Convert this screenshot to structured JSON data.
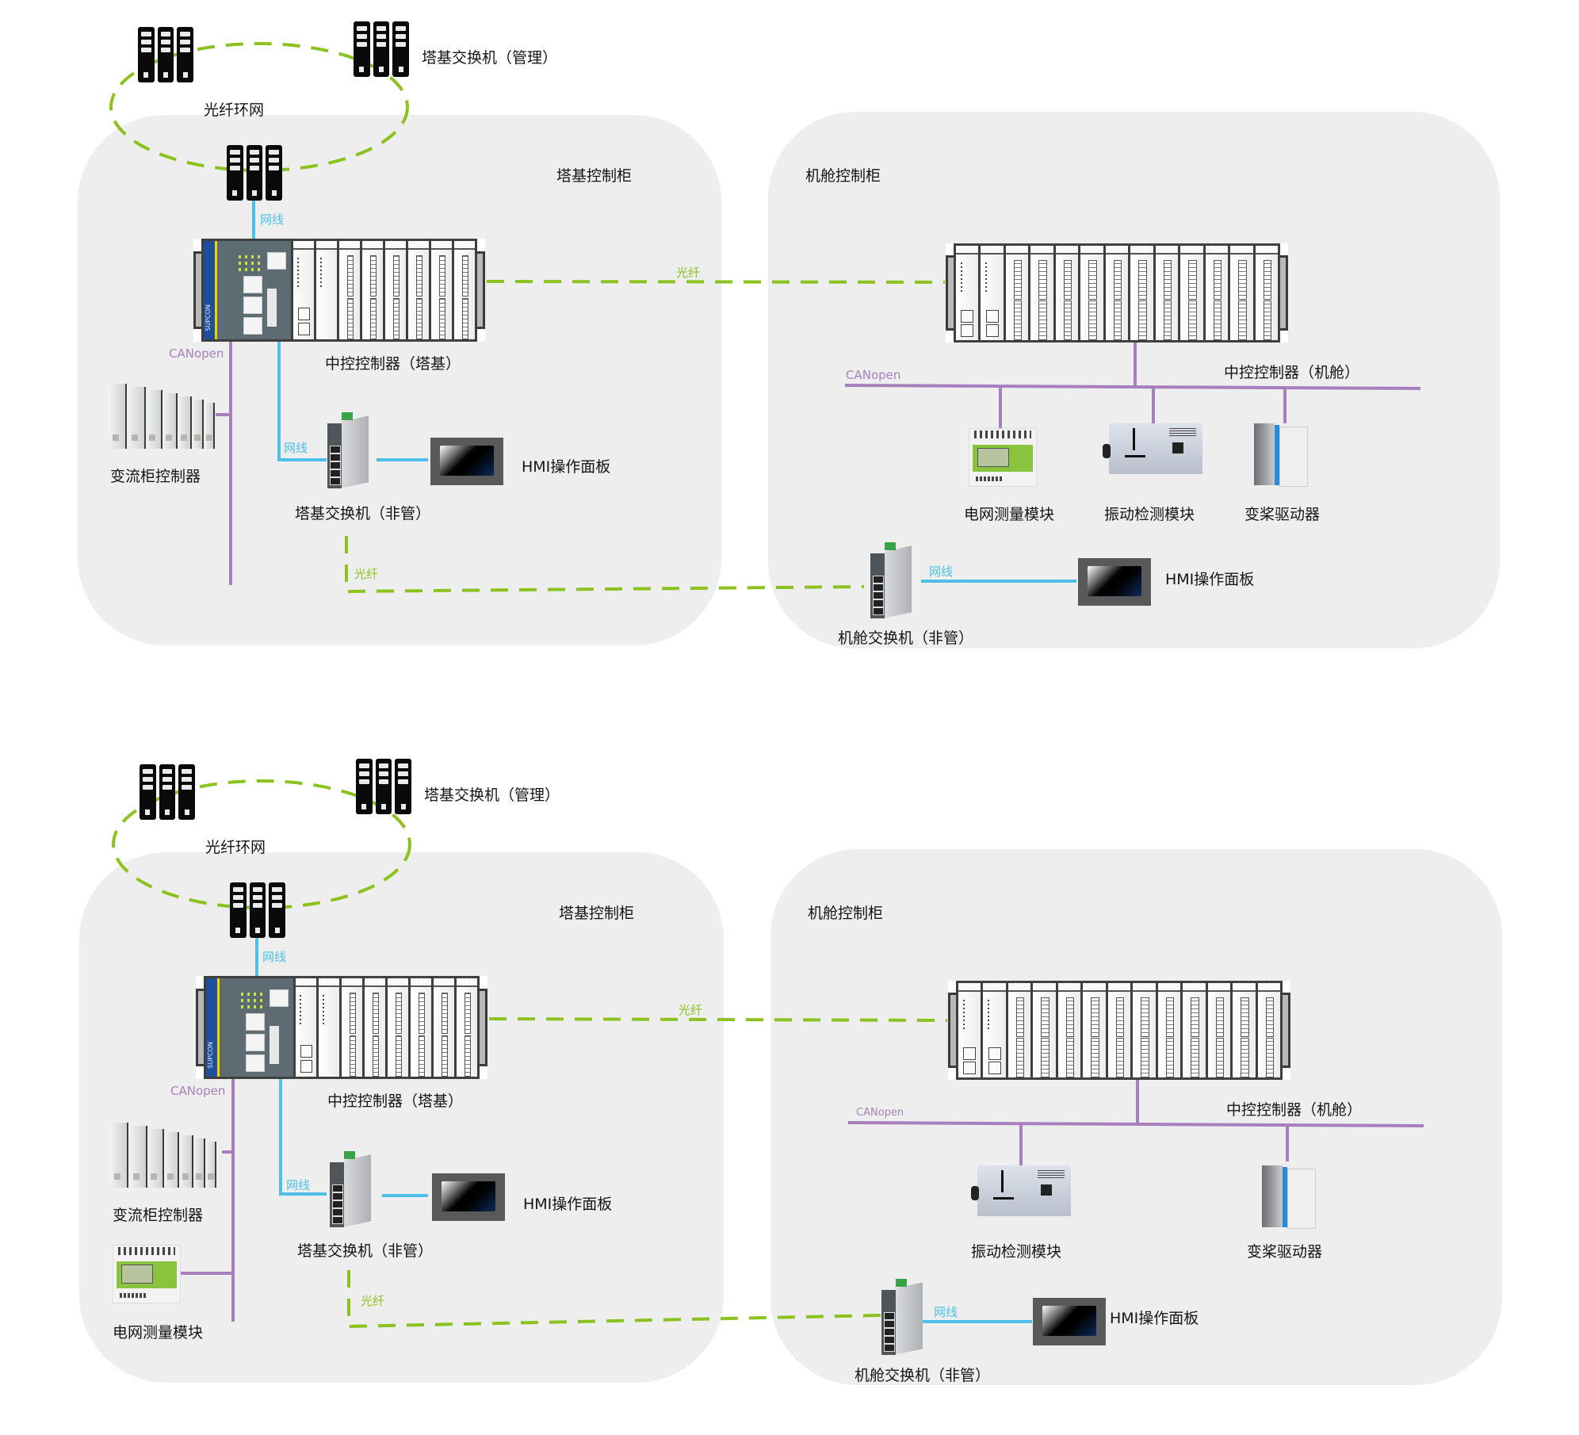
{
  "diagrams": [
    {
      "variant": "with-grid-meter-in-nacelle",
      "ring": {
        "label": "光纤环网",
        "managed_switch_label": "塔基交换机（管理）"
      },
      "tower_cabinet": {
        "title": "塔基控制柜",
        "controller_label": "中控控制器（塔基）",
        "controller_brand": "SUPCON",
        "io_module_count": 8,
        "uplink_label": "网线",
        "canopen_label": "CANopen",
        "converter_label": "变流柜控制器",
        "switch_label": "塔基交换机（非管）",
        "switch_link_label": "网线",
        "hmi_label": "HMI操作面板",
        "fiber_label": "光纤"
      },
      "nacelle_cabinet": {
        "title": "机舱控制柜",
        "controller_label": "中控控制器（机舱）",
        "module_count": 13,
        "canopen_label": "CANopen",
        "devices": [
          "电网测量模块",
          "振动检测模块",
          "变桨驱动器"
        ],
        "switch_label": "机舱交换机（非管）",
        "switch_link_label": "网线",
        "hmi_label": "HMI操作面板"
      },
      "fiber_link_label": "光纤"
    },
    {
      "variant": "with-grid-meter-in-tower",
      "ring": {
        "label": "光纤环网",
        "managed_switch_label": "塔基交换机（管理）"
      },
      "tower_cabinet": {
        "title": "塔基控制柜",
        "controller_label": "中控控制器（塔基）",
        "controller_brand": "SUPCON",
        "io_module_count": 8,
        "uplink_label": "网线",
        "canopen_label": "CANopen",
        "converter_label": "变流柜控制器",
        "grid_meter_label": "电网测量模块",
        "switch_label": "塔基交换机（非管）",
        "switch_link_label": "网线",
        "hmi_label": "HMI操作面板",
        "fiber_label": "光纤"
      },
      "nacelle_cabinet": {
        "title": "机舱控制柜",
        "controller_label": "中控控制器（机舱）",
        "module_count": 13,
        "canopen_label": "CANopen",
        "devices": [
          "振动检测模块",
          "变桨驱动器"
        ],
        "switch_label": "机舱交换机（非管）",
        "switch_link_label": "网线",
        "hmi_label": "HMI操作面板"
      },
      "fiber_link_label": "光纤"
    }
  ],
  "colors": {
    "ethernet": "#4ec0e8",
    "fiber": "#8cc21f",
    "canopen": "#a87fbd",
    "panel": "#eeeeee"
  }
}
